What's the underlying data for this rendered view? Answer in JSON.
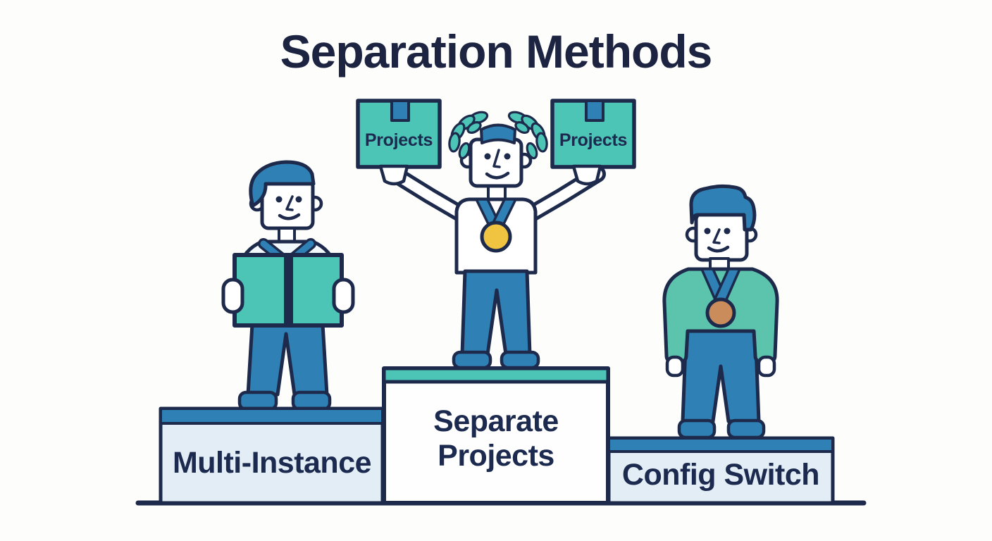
{
  "title": "Separation Methods",
  "podium": {
    "first": {
      "label_line1": "Separate",
      "label_line2": "Projects"
    },
    "second": {
      "label": "Multi-Instance"
    },
    "third": {
      "label": "Config Switch"
    }
  },
  "winner_boxes": {
    "left_label": "Projects",
    "right_label": "Projects"
  },
  "colors": {
    "outline_navy": "#1d2a4c",
    "title_navy": "#1c2442",
    "blue": "#2e80b5",
    "teal": "#4cc4b6",
    "sweater_teal": "#5cc3ad",
    "gold": "#f0c441",
    "bronze": "#cb8c5b",
    "podium_pale_blue": "#e3edf5",
    "background": "#fdfdfb"
  }
}
